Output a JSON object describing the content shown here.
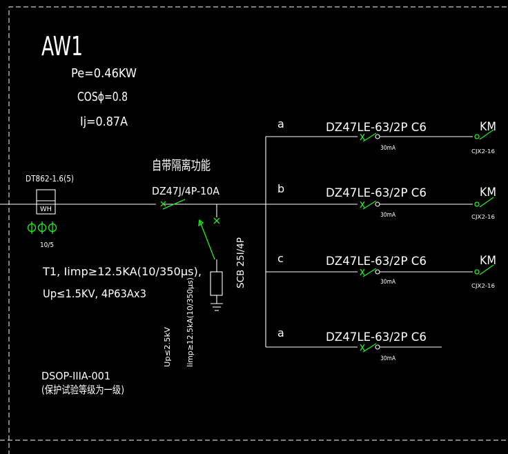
{
  "panel": {
    "name": "AW1",
    "pe": "Pe=0.46KW",
    "cos": "COSϕ=0.8",
    "ij": "Ij=0.87A"
  },
  "meter": {
    "model": "DT862-1.6(5)",
    "label": "WH",
    "ratio": "10/5"
  },
  "main_breaker": {
    "note": "自带隔离功能",
    "model": "DZ47J/4P-10A"
  },
  "spd": {
    "line1": "T1, Iimp≥12.5KA(10/350μs),",
    "line2": "Up≤1.5KV, 4P63Ax3",
    "backup": "SCB 25I/4P",
    "vert_up": "Up≤2.5kV",
    "vert_iimp": "Iimp≥12.5kA(10/350μs)"
  },
  "dsop": {
    "model": "DSOP-IIIA-001",
    "note": "(保护试验等级为一级)"
  },
  "branches": [
    {
      "phase": "a",
      "breaker": "DZ47LE-63/2P C6",
      "leak": "30mA",
      "contactor_label": "KM",
      "contactor_model": "CJX2-16"
    },
    {
      "phase": "b",
      "breaker": "DZ47LE-63/2P C6",
      "leak": "30mA",
      "contactor_label": "KM",
      "contactor_model": "CJX2-16"
    },
    {
      "phase": "c",
      "breaker": "DZ47LE-63/2P C6",
      "leak": "30mA",
      "contactor_label": "KM",
      "contactor_model": "CJX2-16"
    },
    {
      "phase": "a",
      "breaker": "DZ47LE-63/2P C6",
      "leak": "30mA",
      "contactor_label": "",
      "contactor_model": ""
    }
  ]
}
